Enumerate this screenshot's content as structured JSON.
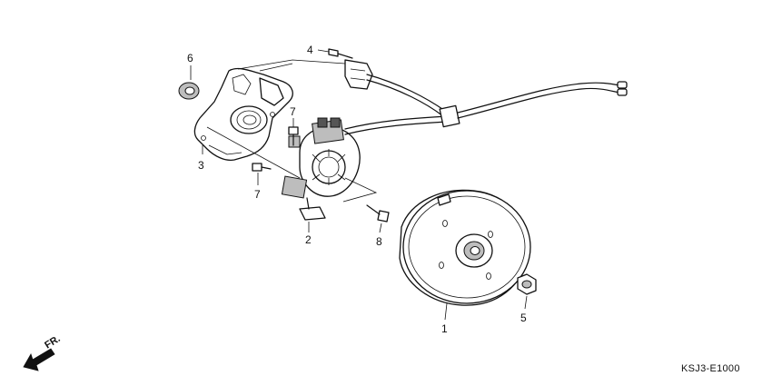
{
  "callouts": [
    {
      "id": "1",
      "text": "1"
    },
    {
      "id": "2",
      "text": "2"
    },
    {
      "id": "3",
      "text": "3"
    },
    {
      "id": "4",
      "text": "4"
    },
    {
      "id": "5",
      "text": "5"
    },
    {
      "id": "6",
      "text": "6"
    },
    {
      "id": "7a",
      "text": "7"
    },
    {
      "id": "7b",
      "text": "7"
    },
    {
      "id": "8",
      "text": "8"
    }
  ],
  "direction_label": "FR.",
  "diagram_code": "KSJ3-E1000"
}
